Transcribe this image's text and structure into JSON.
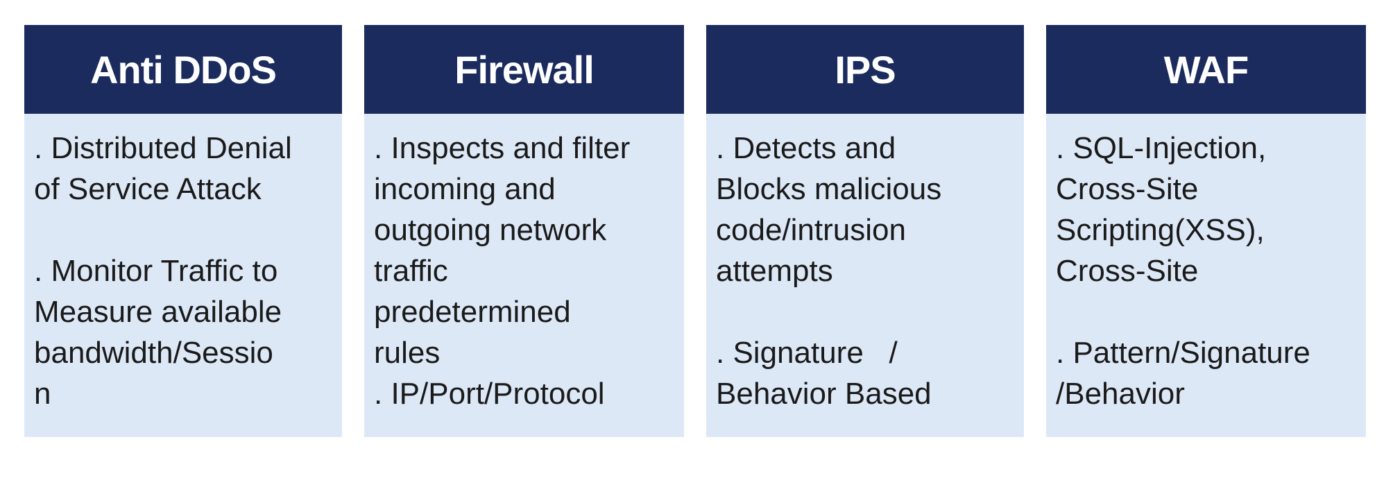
{
  "cards": [
    {
      "title": "Anti DDoS",
      "lines": [
        ". Distributed Denial",
        "of Service Attack",
        "",
        ". Monitor Traffic to",
        "Measure available",
        "bandwidth/Sessio",
        "n"
      ]
    },
    {
      "title": "Firewall",
      "lines": [
        ". Inspects and filter",
        "incoming and",
        "outgoing network",
        "traffic",
        "predetermined",
        "rules",
        ". IP/Port/Protocol"
      ]
    },
    {
      "title": "IPS",
      "lines": [
        ". Detects and",
        "Blocks malicious",
        "code/intrusion",
        "attempts",
        "",
        ". Signature   /",
        "Behavior Based"
      ]
    },
    {
      "title": "WAF",
      "lines": [
        ". SQL-Injection,",
        "Cross-Site",
        "Scripting(XSS),",
        "Cross-Site",
        "",
        ". Pattern/Signature",
        "/Behavior"
      ]
    }
  ],
  "colors": {
    "header_bg": "#1b2b5e",
    "header_text": "#ffffff",
    "body_bg": "#dde8f7",
    "body_text": "#1a1a1a"
  }
}
